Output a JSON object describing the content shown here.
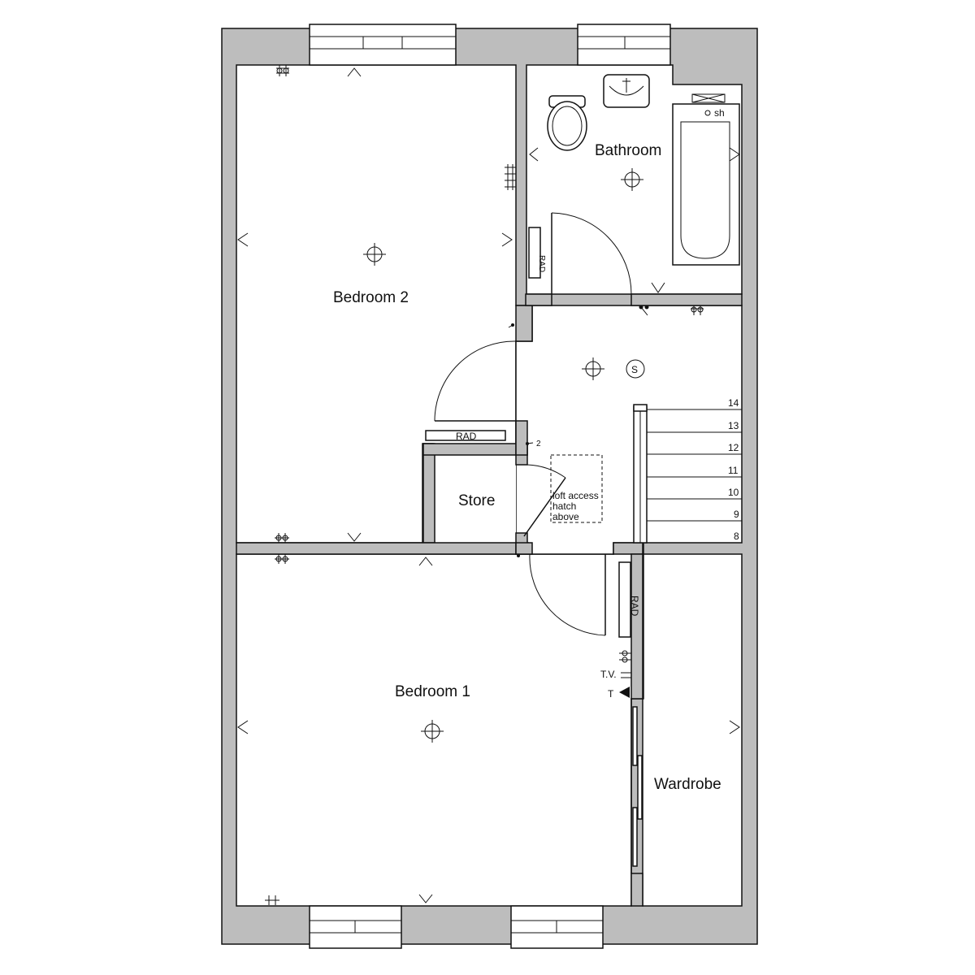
{
  "rooms": {
    "bedroom2": "Bedroom 2",
    "bathroom": "Bathroom",
    "store": "Store",
    "bedroom1": "Bedroom 1",
    "wardrobe": "Wardrobe"
  },
  "fixtures": {
    "rad": "RAD",
    "shower": "sh",
    "smoke": "S",
    "tv": "T.V.",
    "thermostat": "T",
    "switch_two": "2"
  },
  "loft": {
    "line1": "loft access",
    "line2": "hatch",
    "line3": "above"
  },
  "stairs": {
    "steps": [
      "14",
      "13",
      "12",
      "11",
      "10",
      "9",
      "8"
    ]
  }
}
